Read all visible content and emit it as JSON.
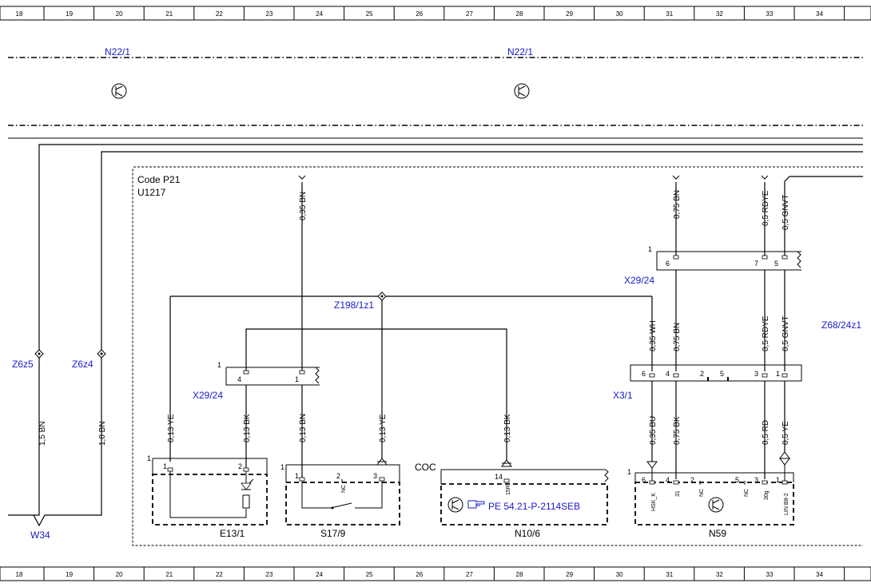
{
  "ruler": {
    "numbers": [
      "18",
      "19",
      "20",
      "21",
      "22",
      "23",
      "24",
      "25",
      "26",
      "27",
      "28",
      "29",
      "30",
      "31",
      "32",
      "33",
      "34"
    ]
  },
  "components": {
    "n22_1_left": "N22/1",
    "n22_1_right": "N22/1",
    "code": "Code P21",
    "u_code": "U1217",
    "z198": "Z198/1z1",
    "z68": "Z68/24z1",
    "z6z5": "Z6z5",
    "z6z4": "Z6z4",
    "w34": "W34",
    "x29_24_left": "X29/24",
    "x29_24_right": "X29/24",
    "x3_1": "X3/1",
    "e13_1": "E13/1",
    "s17_9": "S17/9",
    "coc": "COC",
    "n10_6": "N10/6",
    "pe_ref": "PE 54.21-P-2114SEB",
    "n59": "N59"
  },
  "wires": {
    "w1_5bn": "1,5 BN",
    "w1_0bn": "1,0 BN",
    "w035bn": "0,35 BN",
    "w013bn": "0,13 BN",
    "w013bk": "0,13 BK",
    "w013ye_a": "0,13 YE",
    "w013ye_b": "0,13 YE",
    "w013bk_n10": "0,13 BK",
    "w075bn_top": "0,75 BN",
    "w05rdye_top": "0,5 RDYE",
    "w05gnvt_top": "0,5 GNVT",
    "w035wh": "0,35 WH",
    "w075bn_mid": "0,75 BN",
    "w05rdye_mid": "0,5 RDYE",
    "w05gnvt_mid": "0,5 GNVT",
    "w035bu": "0,35 BU",
    "w075bk": "0,75 BK",
    "w05rd": "0,5 RD",
    "w05ye": "0,5 YE"
  },
  "pins": {
    "x29l_1": "1",
    "x29l_4": "4",
    "x29l_1b": "1",
    "x29r_1": "1",
    "x29r_6": "6",
    "x29r_7": "7",
    "x29r_5": "5",
    "x3_6": "6",
    "x3_4": "4",
    "x3_2": "2",
    "x3_5": "5",
    "x3_3": "3",
    "x3_1": "1",
    "e13_1": "1",
    "e13_p1": "1",
    "e13_p2": "2",
    "s17_1": "1",
    "s17_p1": "1",
    "s17_p2": "2",
    "s17_nc": "NC",
    "s17_p3": "3",
    "n10_14": "14",
    "n10_15r": "15R",
    "n59_1": "1",
    "n59_6": "6",
    "n59_4": "4",
    "n59_2": "2",
    "n59_5": "5",
    "n59_3": "3",
    "n59_p1": "1",
    "n59_hsk": "HSK_K",
    "n59_31": "31",
    "n59_nc1": "NC",
    "n59_nc2": "NC",
    "n59_30g": "30g",
    "n59_lin": "LIN B8-2"
  }
}
